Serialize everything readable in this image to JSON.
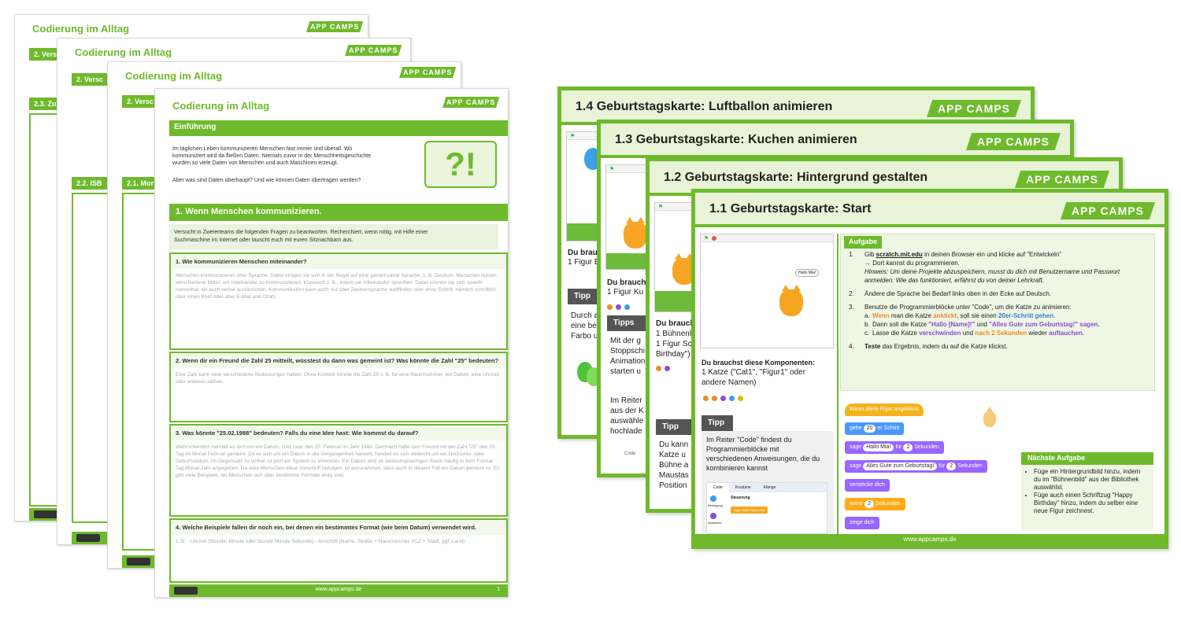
{
  "worksheets": {
    "title": "Codierung im Alltag",
    "logo": "APP CAMPS",
    "intro_heading": "Einführung",
    "intro_text_1": "Im täglichen Leben kommunizieren Menschen fast immer und überall. Wo",
    "intro_text_2": "kommuniziert wird da fließen Daten. Niemals zuvor in der Menschheitsgeschichte",
    "intro_text_3": "wurden so viele Daten von Menschen und auch Maschinen erzeugt.",
    "intro_question": "Aber was sind Daten überhaupt? Und wie können Daten übertragen werden?",
    "qmark": "?!",
    "section_1": "1. Wenn Menschen kommunizieren.",
    "task_1": "Versucht in Zweierteams die folgenden Fragen zu beantworten. Recherchiert, wenn nötig, mit Hilfe einer",
    "task_2": "Suchmaschine im Internet oder tauscht euch mit euren Sitznachbarn aus.",
    "questions": [
      {
        "q": "1. Wie kommunizieren Menschen miteinander?",
        "a": "Menschen kommunizieren über Sprache. Dabei einigen sie sich in der Regel auf eine gemeinsame Sprache, z. B. Deutsch. Menschen nutzen verschiedene Mittel, um miteinander zu kommunizieren. Klassisch z. B., indem sie miteinander sprechen. Dabei können sie sich sowohl nonverbal, als auch verbal austauschen. Kommunikation kann auch nur über Zeichensprache stattfinden oder ohne Schrift, nämlich schriftlich über einen Brief oder über E-Mail und Chats."
      },
      {
        "q": "2.  Wenn dir ein Freund die Zahl 25 mitteilt, wüsstest du dann was gemeint ist? Was könnte die Zahl \"25\" bedeuten?",
        "a": "Eine Zahl kann viele verschiedene Bedeutungen haben. Ohne Kontext könnte die Zahl 25 z. B. für eine Raumnummer, ein Datum, eine Uhrzeit oder anderes stehen."
      },
      {
        "q": "3. Was könnte \"25.02.1988\" bedeuten? Falls du eine Idee hast: Wie kommst du darauf?",
        "a": "Wahrscheinlich handelt es sich um ein Datum. Und zwar den 25. Februar im Jahr 1988. Demnach hätte dein Freund mit der Zahl \"25\" den 25. Tag im Monat Februar gemeint. Da es sich um ein Datum in der Vergangenheit handelt, handelt es sich vielleicht um ein Hochzeits- oder Geburtsdatum. Im Gegensatz zu vorher ist jetzt ein System zu erkennen. Ein Datum wird im deutschsprachigen Raum häufig in dem Format Tag.Monat.Jahr angegeben. Da viele Menschen diese Vorschrift befolgen, ist anzunehmen, dass auch in diesem Fall ein Datum gemeint ist. Es gibt viele Beispiele, wo Menschen sich über bestimmte Formate einig sind."
      },
      {
        "q": "4. Welche Beispiele fallen dir noch ein, bei denen ein bestimmtes Format (wie beim Datum) verwendet wird.",
        "a": "z. B.  -  Uhrzeit (Stunde: Minute oder Stunde Minute Sekunde)  -  Anschrift (Name, Straße + Hausnummer, PLZ + Stadt, ggf. Land)"
      }
    ],
    "footer_url": "www.appcamps.de",
    "page_no": "1",
    "back_bars": [
      "2. Vers",
      "2. Versc",
      "2. Versc",
      "2.3. Zu",
      "2.2. ISB",
      "2.1. Mors"
    ]
  },
  "cards": [
    {
      "title": "1.4 Geburtstagskarte: Luftballon animieren",
      "logo": "APP CAMPS",
      "comp": "Du brauchst",
      "comp2": "1 Figur B",
      "tip": "Tipp",
      "tip_text_1": "Durch a",
      "tip_text_2": "eine be",
      "tip_text_3": "Farbo u"
    },
    {
      "title": "1.3 Geburtstagskarte: Kuchen animieren",
      "logo": "APP CAMPS",
      "comp": "Du brauchst",
      "comp2": "1 Figur Ku",
      "tip": "Tipps",
      "tip_text_1": "Mit der g",
      "tip_text_2": "Stoppschi",
      "tip_text_3": "Animation",
      "tip_text_4": "starten u",
      "tip2_1": "Im Reiter",
      "tip2_2": "aus der K",
      "tip2_3": "auswähle",
      "tip2_4": "hochlade",
      "code_tab": "Code"
    },
    {
      "title": "1.2 Geburtstagskarte: Hintergrund gestalten",
      "logo": "APP CAMPS",
      "comp": "Du brauchst",
      "comp2": "1 Bühnenl",
      "comp3": "1 Figur Sc",
      "comp4": "Birthday\")",
      "tip": "Tipp",
      "tip_text_1": "Du kann",
      "tip_text_2": "Katze u",
      "tip_text_3": "Bühne a",
      "tip_text_4": "Maustas",
      "tip_text_5": "Position"
    },
    {
      "title": "1.1 Geburtstagskarte: Start",
      "logo": "APP CAMPS",
      "speech": "Hallo Mia!",
      "comp_title": "Du brauchst diese Komponenten:",
      "comp_1": "1 Katze (\"Cat1\", \"Figur1\" oder",
      "comp_2": "andere Namen)",
      "tip": "Tipp",
      "tip_1": "Im Reiter \"Code\" findest du",
      "tip_2": "Programmierblöcke mit",
      "tip_3": "verschiedenen Anweisungen, die du",
      "tip_4": "kombinieren kannst",
      "mini_tabs": [
        "Code",
        "Kostüme",
        "Klänge"
      ],
      "mini_cat": "Steuerung",
      "mini_cat2": "Bewegung",
      "mini_cat3": "Aussehen",
      "mini_block": "sage  Hallo!  Sekunden",
      "aufgabe": "Aufgabe",
      "step1_a": "Gib ",
      "step1_link": "scratch.mit.edu",
      "step1_b": " in deinen Browser ein und klicke auf \"Entwickeln\"",
      "step1_c": "→ Dort kannst du programmieren.",
      "step1_hint": "Hinweis: Um deine Projekte abzuspeichern, musst du dich mit Benutzername und Passwort anmelden. Wie das funktioniert, erfährst du von deiner Lehrkraft.",
      "step2": "Ändere die Sprache bei Bedarf links oben in der Ecke auf Deutsch.",
      "step3": "Benutze die Programmierblöcke unter \"Code\", um die Katze zu animieren:",
      "step3a_1": "Wenn",
      "step3a_2": " man die Katze ",
      "step3a_3": "anklickt",
      "step3a_4": ", soll sie einen ",
      "step3a_5": "20er-Schritt gehen",
      "step3b_1": "Dann soll die Katze ",
      "step3b_2": "\"Hallo [Name]!\"",
      "step3b_3": " und ",
      "step3b_4": "\"Alles Gute zum Geburtstag!\"",
      "step3b_5": "sagen.",
      "step3c_1": "Lasse die Katze ",
      "step3c_2": "verschwinden",
      "step3c_3": " und ",
      "step3c_4": "nach 2 Sekunden",
      "step3c_5": " wieder ",
      "step3c_6": "auftauchen",
      "step4_1": "Teste",
      "step4_2": " das Ergebnis, indem du auf die Katze klickst.",
      "blocks": {
        "hat": "Wenn diese Figur angeklickt",
        "move_a": "gehe",
        "move_n": "20",
        "move_b": "er Schritt",
        "say1_a": "sage",
        "say1_t": "Hallo Mia!",
        "say1_b": "für",
        "say1_n": "2",
        "say1_c": "Sekunden",
        "say2_a": "sage",
        "say2_t": "Alles Gute zum Geburtstag!",
        "say2_b": "für",
        "say2_n": "2",
        "say2_c": "Sekunden",
        "hide": "verstecke dich",
        "wait_a": "warte",
        "wait_n": "2",
        "wait_b": "Sekunden",
        "show": "zeige dich"
      },
      "next_title": "Nächste Aufgabe",
      "next_1": "Füge ein Hintergrundbild hinzu, indem du im \"Bühnenbild\" aus der Bibliothek auswählst.",
      "next_2": "Füge auch einen Schriftzug \"Happy Birthday\" hinzu, indem du selber eine neue Figur zeichnest.",
      "footer_url": "www.appcamps.de"
    }
  ],
  "colors": {
    "green": "#6fba2c",
    "light_green": "#e8f3d8",
    "orange": "#f08a24",
    "purple": "#8a4dd6"
  }
}
